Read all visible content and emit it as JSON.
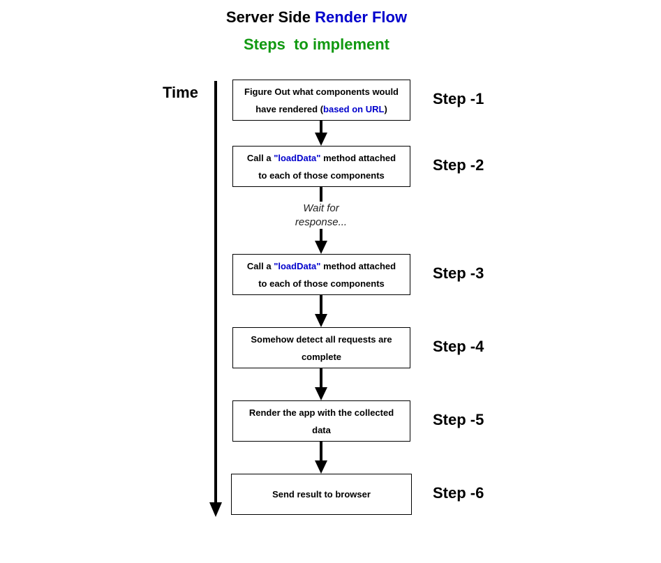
{
  "header": {
    "title_part1": "Server Side ",
    "title_part2": "Render Flow",
    "subtitle": "Steps  to implement"
  },
  "colors": {
    "title_text": "#000000",
    "title_highlight": "#0000cc",
    "subtitle": "#119911",
    "highlight": "#0000cc"
  },
  "timeline": {
    "label": "Time"
  },
  "boxes": [
    {
      "line1_a": "Figure Out what components would",
      "line2_a": "have rendered (",
      "line2_hl": "based on URL",
      "line2_b": ")"
    },
    {
      "line1_a": "Call a ",
      "line1_hl": "\"loadData\"",
      "line1_b": " method attached",
      "line2_a": "to each of those components"
    },
    {
      "line1_a": "Call a ",
      "line1_hl": "\"loadData\"",
      "line1_b": " method attached",
      "line2_a": "to each of those components"
    },
    {
      "line1_a": "Somehow detect all requests are",
      "line2_a": "complete"
    },
    {
      "line1_a": "Render the app with the collected",
      "line2_a": "data"
    },
    {
      "line1_a": "Send result to browser"
    }
  ],
  "wait_label": {
    "line1": "Wait for",
    "line2": "response..."
  },
  "steps": [
    "Step -1",
    "Step -2",
    "Step -3",
    "Step -4",
    "Step -5",
    "Step -6"
  ]
}
